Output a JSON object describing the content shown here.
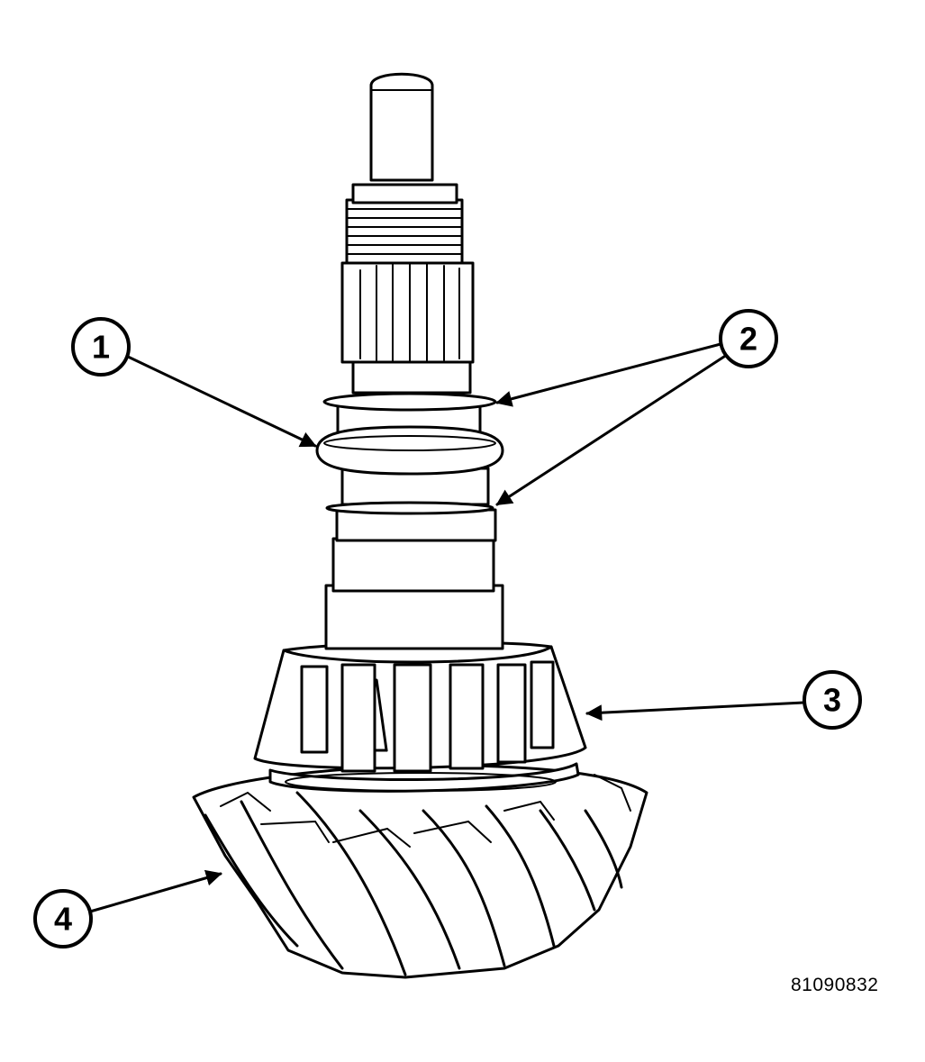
{
  "diagram": {
    "figure_id": "81090832",
    "callouts": [
      {
        "id": "1",
        "label": "1"
      },
      {
        "id": "2",
        "label": "2"
      },
      {
        "id": "3",
        "label": "3"
      },
      {
        "id": "4",
        "label": "4"
      }
    ]
  }
}
